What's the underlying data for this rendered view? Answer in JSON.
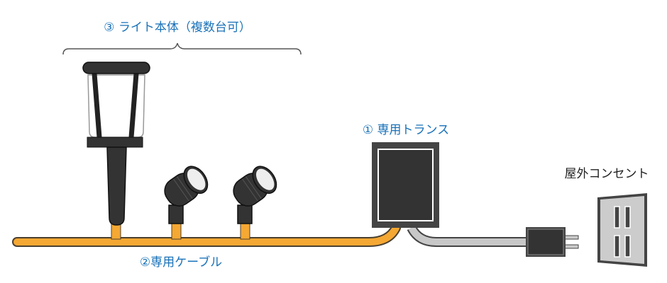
{
  "labels": {
    "light_body": "③ ライト本体（複数台可）",
    "transformer": "① 専用トランス",
    "cable": "②専用ケーブル",
    "outlet": "屋外コンセント"
  },
  "colors": {
    "label_blue": "#1a72b8",
    "cable_orange": "#f5a833",
    "cable_gray": "#c8c8c8",
    "device_dark": "#333333"
  }
}
